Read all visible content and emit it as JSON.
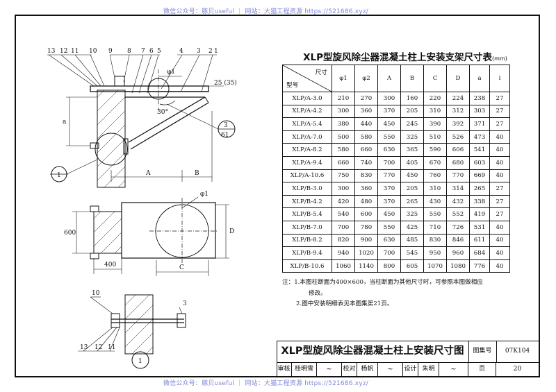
{
  "watermark": {
    "top": "微信公众号：豚贝useful ｜ 网站：大猫工程资源 https://521686.xyz/",
    "bottom": "微信公众号：豚贝useful ｜ 网站：大猫工程资源 https://521686.xyz/"
  },
  "table": {
    "title": "XLP型旋风除尘器混凝土柱上安装支架尺寸表",
    "unit": "(mm)",
    "corner_top": "尺寸",
    "corner_bottom": "型号",
    "columns": [
      "φ1",
      "φ2",
      "A",
      "B",
      "C",
      "D",
      "a",
      "i"
    ],
    "rows": [
      {
        "model": "XLP/A-3.0",
        "values": [
          "210",
          "270",
          "300",
          "160",
          "220",
          "224",
          "238",
          "27"
        ]
      },
      {
        "model": "XLP/A-4.2",
        "values": [
          "300",
          "360",
          "370",
          "205",
          "310",
          "312",
          "303",
          "27"
        ]
      },
      {
        "model": "XLP/A-5.4",
        "values": [
          "380",
          "440",
          "450",
          "245",
          "390",
          "392",
          "371",
          "27"
        ]
      },
      {
        "model": "XLP/A-7.0",
        "values": [
          "500",
          "580",
          "550",
          "325",
          "510",
          "526",
          "473",
          "40"
        ]
      },
      {
        "model": "XLP/A-8.2",
        "values": [
          "580",
          "660",
          "630",
          "365",
          "590",
          "606",
          "541",
          "40"
        ]
      },
      {
        "model": "XLP/A-9.4",
        "values": [
          "660",
          "740",
          "700",
          "405",
          "670",
          "680",
          "603",
          "40"
        ]
      },
      {
        "model": "XLP/A-10.6",
        "values": [
          "750",
          "830",
          "770",
          "450",
          "760",
          "770",
          "669",
          "40"
        ]
      },
      {
        "model": "XLP/B-3.0",
        "values": [
          "300",
          "360",
          "370",
          "205",
          "310",
          "314",
          "265",
          "27"
        ]
      },
      {
        "model": "XLP/B-4.2",
        "values": [
          "420",
          "480",
          "370",
          "265",
          "430",
          "432",
          "338",
          "27"
        ]
      },
      {
        "model": "XLP/B-5.4",
        "values": [
          "540",
          "600",
          "450",
          "325",
          "550",
          "552",
          "419",
          "27"
        ]
      },
      {
        "model": "XLP/B-7.0",
        "values": [
          "700",
          "780",
          "550",
          "425",
          "710",
          "726",
          "531",
          "40"
        ]
      },
      {
        "model": "XLP/B-8.2",
        "values": [
          "820",
          "900",
          "630",
          "485",
          "830",
          "846",
          "611",
          "40"
        ]
      },
      {
        "model": "XLP/B-9.4",
        "values": [
          "940",
          "1020",
          "700",
          "545",
          "950",
          "960",
          "684",
          "40"
        ]
      },
      {
        "model": "XLP/B-10.6",
        "values": [
          "1060",
          "1140",
          "800",
          "605",
          "1070",
          "1080",
          "776",
          "40"
        ]
      }
    ]
  },
  "notes": {
    "line1": "注：1.本图柱断面为400×600，当柱断面为其他尺寸时，可参照本图做相应",
    "line2": "修改。",
    "line3": "2.图中安装明细表见本图集第21页。"
  },
  "title_block": {
    "title": "XLP型旋风除尘器混凝土柱上安装尺寸图",
    "atlas_label": "图集号",
    "atlas_no": "07K104",
    "review_label": "审核",
    "review_name": "桂明雪",
    "check_label": "校对",
    "check_name": "杨帆",
    "design_label": "设计",
    "design_name": "朱明",
    "page_label": "页",
    "page_no": "20"
  },
  "drawing_labels": {
    "top_refs": [
      "13",
      "12",
      "11",
      "10",
      "9",
      "8",
      "7",
      "6",
      "5",
      "4",
      "3",
      "2",
      "1"
    ],
    "dim_25": "25 (35)",
    "phi1": "φ1",
    "angle": "30°",
    "dim_a": "a",
    "dim_A": "A",
    "dim_B": "B",
    "detail_ref_num": "3",
    "detail_ref_sheet": "61",
    "detail_1": "1",
    "plan_phi1": "φ1",
    "dim_600": "600",
    "dim_D": "D",
    "dim_400": "400",
    "dim_C": "C",
    "detail_10": "10",
    "detail_3": "3",
    "bottom_refs": [
      "13",
      "12",
      "11"
    ],
    "detail_1_bottom": "1"
  },
  "colors": {
    "ink": "#111111",
    "watermark": "#7d86d9"
  }
}
